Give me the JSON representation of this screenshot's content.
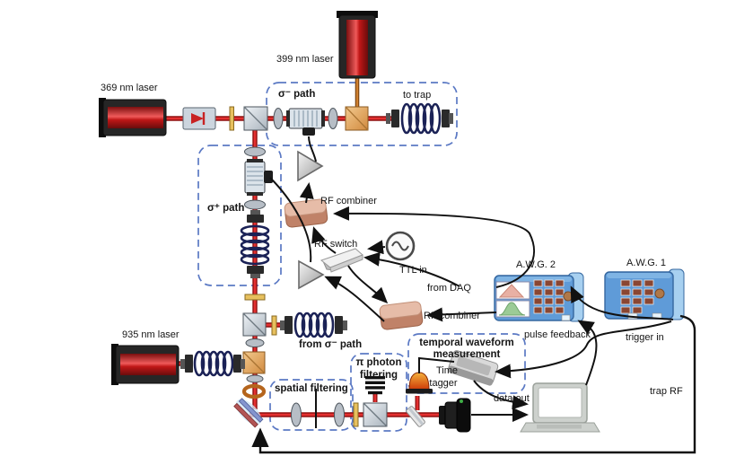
{
  "labels": {
    "laser_369": "369 nm laser",
    "laser_399": "399 nm laser",
    "laser_935": "935 nm laser",
    "sigma_minus_path": "σ⁻ path",
    "sigma_plus_path": "σ⁺ path",
    "to_trap": "to trap",
    "from_sigma_minus_path": "from σ⁻ path",
    "rf_combiner_top": "RF combiner",
    "rf_combiner_bottom": "RF combiner",
    "rf_switch": "RF switch",
    "ttl_in": "TTL in",
    "from_daq": "from DAQ",
    "awg_2": "A.W.G. 2",
    "awg_1": "A.W.G. 1",
    "pulse_feedback": "pulse feedback",
    "trigger_in": "trigger in",
    "trap_rf": "trap RF",
    "spatial_filtering": "spatial filtering",
    "pi_photon_line1": "π photon",
    "pi_photon_line2": "filtering",
    "twm_line1": "temporal waveform",
    "twm_line2": "measurement",
    "time_tagger_line1": "Time",
    "time_tagger_line2": "tagger",
    "data_out": "data out"
  },
  "colors": {
    "beam_red": "#d81f1f",
    "beam_orange": "#c87828",
    "fiber_navy": "#1b2256",
    "dashed_box_blue": "#5b79c4",
    "rf_combiner": "#cf8d72",
    "awg_blue": "#5f9bd8",
    "pmt_orange": "#e2660f",
    "pulse_salmon": "#e8a898",
    "pulse_green": "#8cc88c"
  }
}
